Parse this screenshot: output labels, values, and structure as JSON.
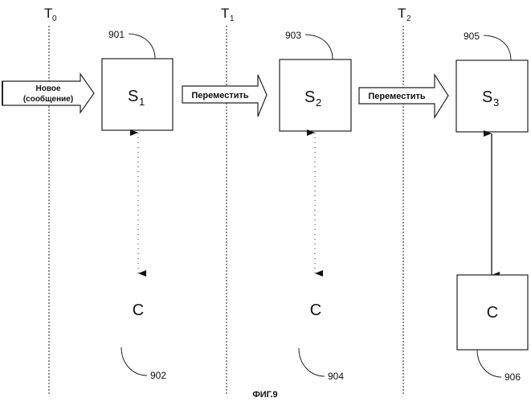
{
  "time_markers": [
    {
      "label": "T",
      "sub": "0"
    },
    {
      "label": "T",
      "sub": "1"
    },
    {
      "label": "T",
      "sub": "2"
    }
  ],
  "servers": [
    {
      "label": "S",
      "sub": "1",
      "ref": "901"
    },
    {
      "label": "S",
      "sub": "2",
      "ref": "903"
    },
    {
      "label": "S",
      "sub": "3",
      "ref": "905"
    }
  ],
  "clients": [
    {
      "label": "C",
      "ref": "902",
      "connection": "dotted"
    },
    {
      "label": "C",
      "ref": "904",
      "connection": "dotted"
    },
    {
      "label": "C",
      "ref": "906",
      "connection": "solid"
    }
  ],
  "arrows": {
    "new_line1": "Новое",
    "new_line2": "(сообщение)",
    "move1": "Переместить",
    "move2": "Переместить"
  },
  "caption": "ФИГ.9"
}
